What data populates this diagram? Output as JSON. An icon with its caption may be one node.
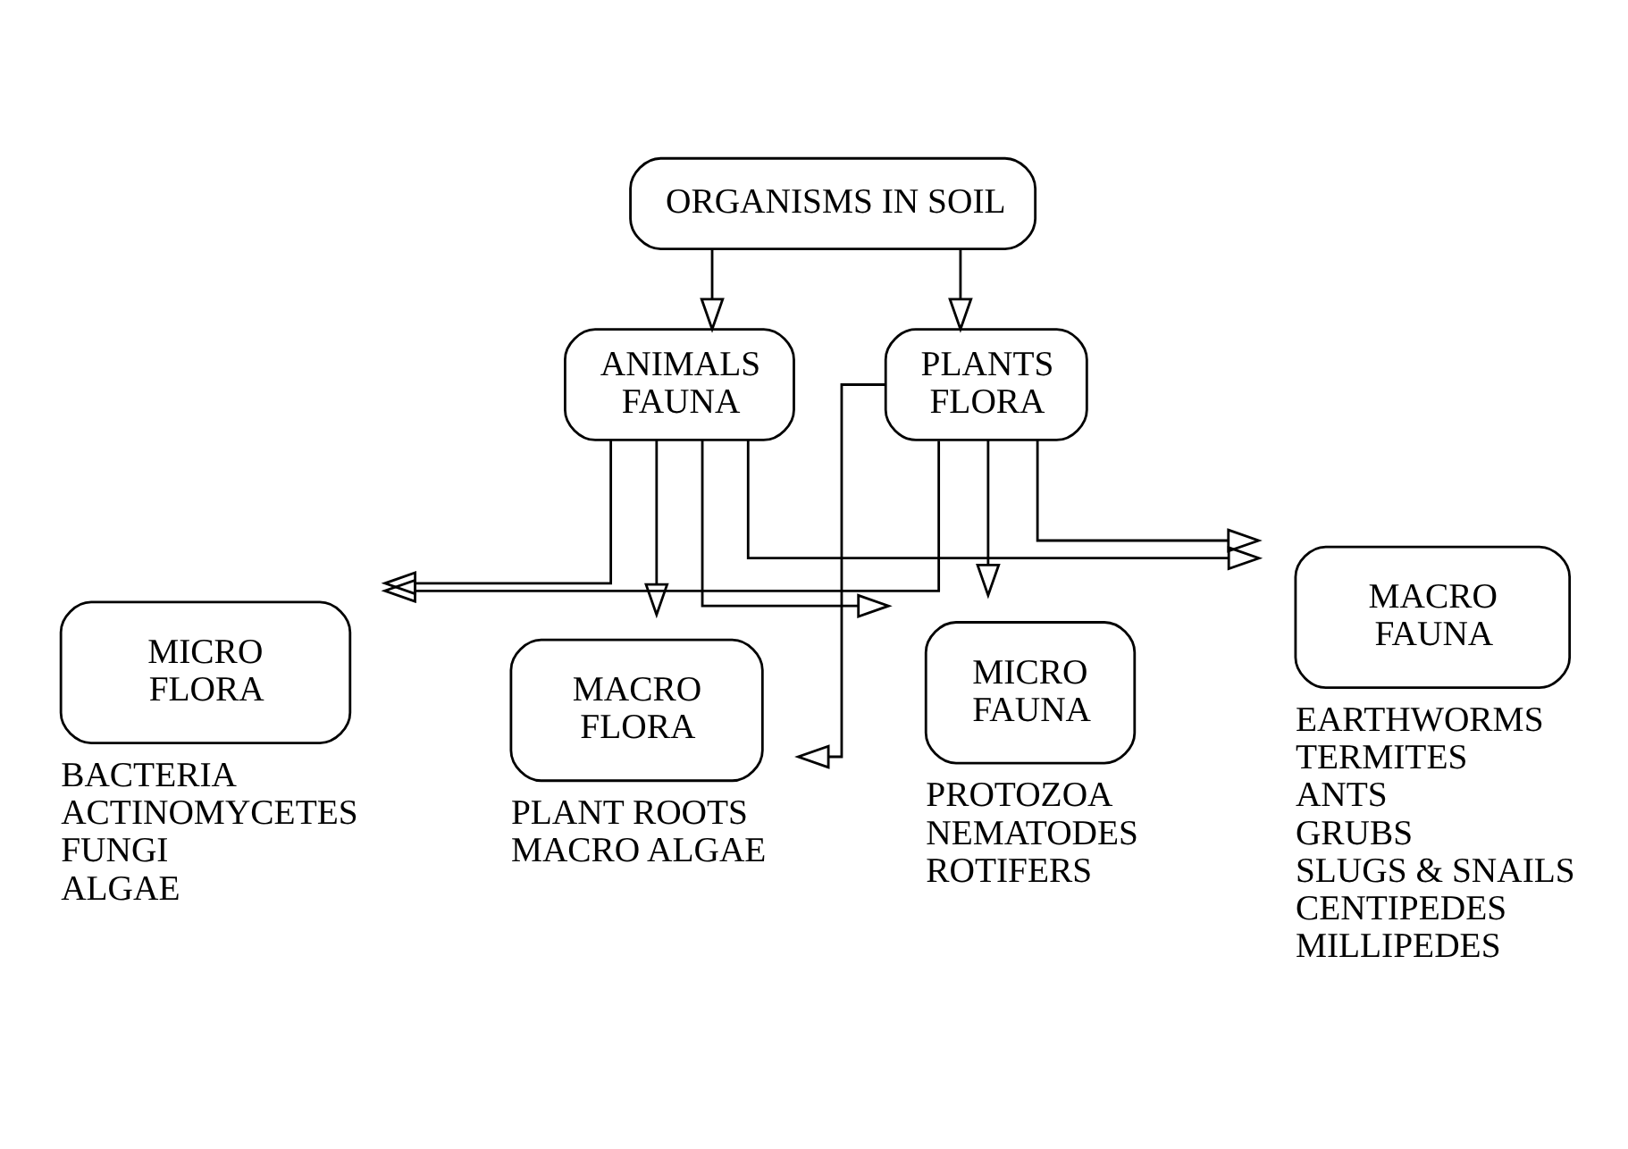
{
  "diagram": {
    "nodes": [
      {
        "text": [
          "ORGANISMS IN SOIL"
        ]
      },
      {
        "text": [
          "ANIMALS FAUNA"
        ]
      },
      {
        "text": [
          "PLANTS FLORA"
        ]
      },
      {
        "text": [
          "MICRO FAUNA"
        ],
        "beside": [
          "PROTOZOA",
          "NEMATODES",
          "ROTIFERS"
        ]
      },
      {
        "text": [
          "MACRO FAUNA"
        ],
        "beside": [
          "EARTHWORMS",
          "TERMITES",
          "ANTS",
          "GRUBS",
          "SLUGS & SNAILS",
          "CENTIPEDES",
          "MILLIPEDES"
        ]
      },
      {
        "text": [
          "MICRO FLORA"
        ],
        "beside": [
          "BACTERIA",
          "ACTINOMYCETES",
          "FUNGI",
          "ALGAE"
        ]
      },
      {
        "text": [
          "MACRO FLORA"
        ],
        "beside": [
          "PLANT ROOTS",
          "MACRO ALGAE"
        ]
      }
    ],
    "edges": [
      {
        "from": 0,
        "to": 1,
        "arrow": "to"
      },
      {
        "from": 0,
        "to": 2,
        "arrow": "to"
      },
      {
        "from": 1,
        "to": 3,
        "arrow": "to"
      },
      {
        "from": 1,
        "to": 4,
        "arrow": "to"
      },
      {
        "from": 1,
        "to": 5,
        "arrow": "to"
      },
      {
        "from": 1,
        "to": 6,
        "arrow": "to"
      },
      {
        "from": 2,
        "to": 3,
        "arrow": "to"
      },
      {
        "from": 2,
        "to": 4,
        "arrow": "to"
      },
      {
        "from": 2,
        "to": 5,
        "arrow": "to"
      },
      {
        "from": 2,
        "to": 6,
        "arrow": "to"
      }
    ]
  }
}
